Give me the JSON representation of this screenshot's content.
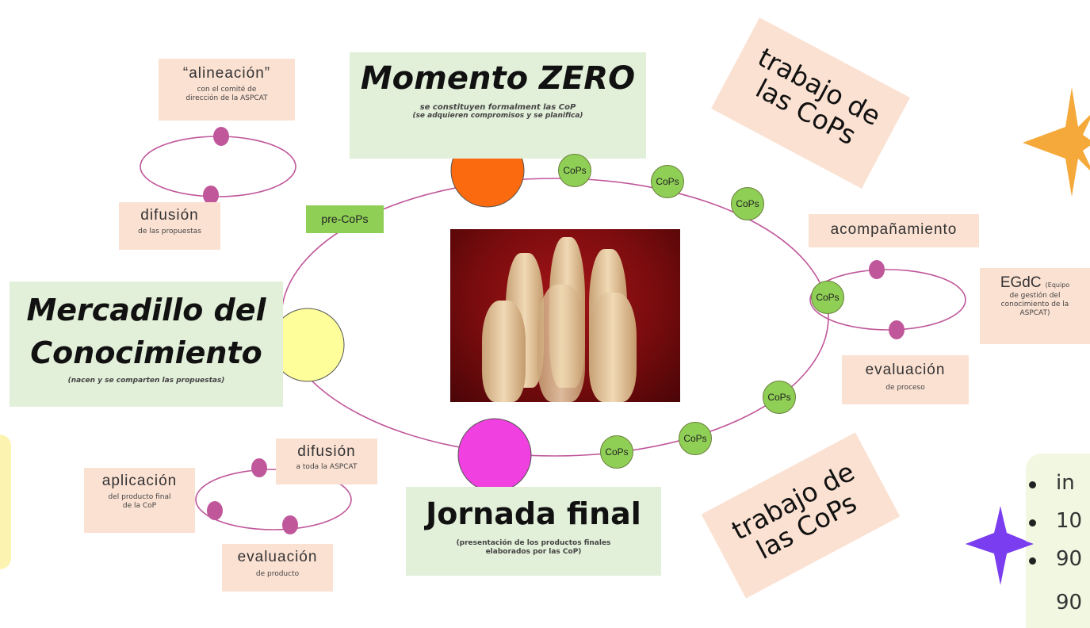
{
  "center": {
    "momento_title": "Momento ZERO",
    "momento_sub1": "se constituyen formalment  las CoP",
    "momento_sub2": "(se adquieren compromisos y se planifica)",
    "mercadillo_line1": "Mercadillo del",
    "mercadillo_line2": "Conocimiento",
    "mercadillo_sub": "(nacen y se comparten las propuestas)",
    "jornada_title": "Jornada final",
    "jornada_sub1": "(presentación de los productos finales",
    "jornada_sub2": "elaborados por las CoP)",
    "precops": "pre-CoPs",
    "cops": [
      "CoPs",
      "CoPs",
      "CoPs",
      "CoPs",
      "CoPs",
      "CoPs",
      "CoPs"
    ]
  },
  "top_left": {
    "alineacion": "“alineación”",
    "alineacion_sub1": "con el comité de",
    "alineacion_sub2": "dirección de la ASPCAT",
    "difusion": "difusión",
    "difusion_sub": "de las propuestas"
  },
  "right": {
    "acompanamiento": "acompañamiento",
    "egdc": "EGdC",
    "egdc_small": "(Equipo",
    "egdc_sub1": "de gestión del",
    "egdc_sub2": "conocimiento de la",
    "egdc_sub3": "ASPCAT)",
    "evaluacion": "evaluación",
    "evaluacion_sub": "de proceso"
  },
  "bottom_left": {
    "difusion": "difusión",
    "difusion_sub": "a toda la ASPCAT",
    "aplicacion": "aplicación",
    "aplicacion_sub1": "del producto final",
    "aplicacion_sub2": "de la CoP",
    "evaluacion": "evaluación",
    "evaluacion_sub": "de producto"
  },
  "rotated": {
    "top_l1": "trabajo de",
    "top_l2": "las CoPs",
    "bottom_l1": "trabajo de",
    "bottom_l2": "las CoPs"
  },
  "bullets": [
    "in",
    "10",
    "90",
    "90"
  ],
  "colors": {
    "momento_circle": "#fb6a0e",
    "mercadillo_circle": "#fefe9a",
    "jornada_circle": "#f040e0",
    "cop_circle": "#8fcf55",
    "loop_line": "#c0579a",
    "star_orange": "#f5a93a",
    "star_purple": "#7a3df0"
  }
}
